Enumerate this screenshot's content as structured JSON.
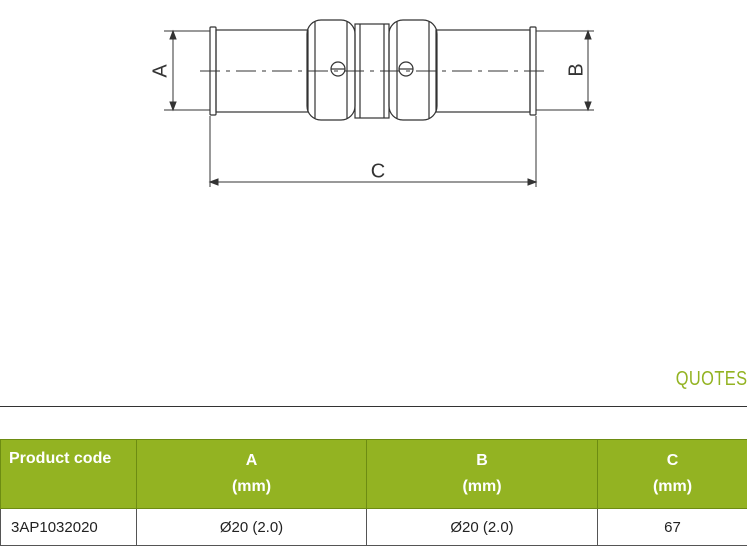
{
  "drawing": {
    "dim_a": "A",
    "dim_b": "B",
    "dim_c": "C"
  },
  "section": {
    "title": "QUOTES"
  },
  "table": {
    "headers": [
      {
        "label": "Product code",
        "unit": ""
      },
      {
        "label": "A",
        "unit": "(mm)"
      },
      {
        "label": "B",
        "unit": "(mm)"
      },
      {
        "label": "C",
        "unit": "(mm)"
      }
    ],
    "rows": [
      [
        "3AP1032020",
        "Ø20 (2.0)",
        "Ø20 (2.0)",
        "67"
      ]
    ]
  }
}
